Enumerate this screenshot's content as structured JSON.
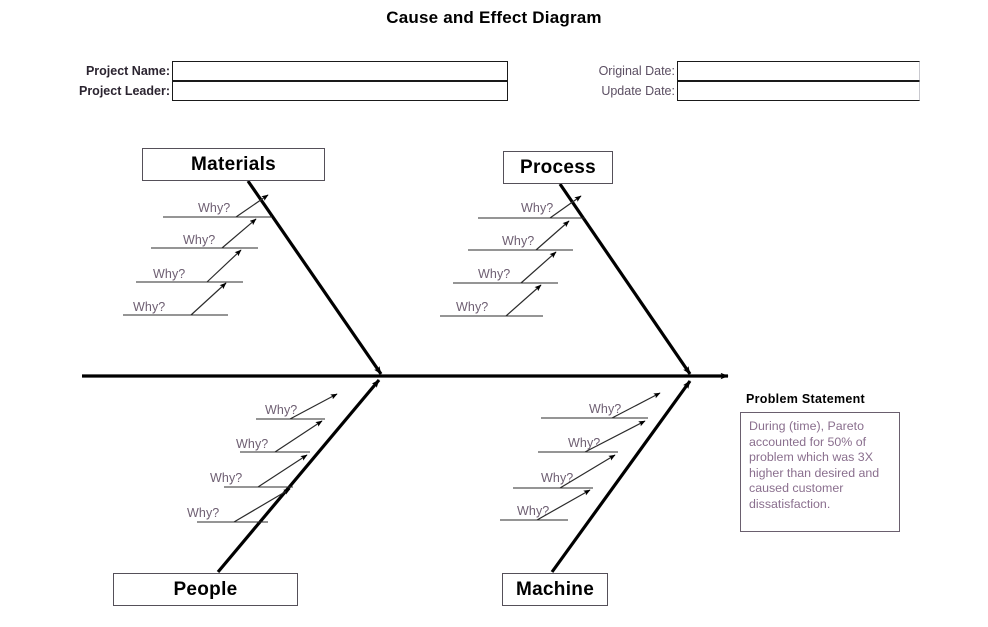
{
  "document": {
    "title": "Cause and Effect Diagram"
  },
  "header": {
    "fields": [
      {
        "label": "Project Name:",
        "value": "",
        "placeholder": ""
      },
      {
        "label": "Project Leader:",
        "value": "",
        "placeholder": ""
      },
      {
        "label": "Original Date:",
        "value": "",
        "placeholder": ""
      },
      {
        "label": "Update Date:",
        "value": "",
        "placeholder": ""
      }
    ]
  },
  "diagram": {
    "type": "fishbone-ishikawa",
    "spine_label": "",
    "categories": [
      {
        "name": "Materials",
        "position": "top-left",
        "causes": [
          {
            "label": "Why?"
          },
          {
            "label": "Why?"
          },
          {
            "label": "Why?"
          },
          {
            "label": "Why?"
          }
        ]
      },
      {
        "name": "Process",
        "position": "top-right",
        "causes": [
          {
            "label": "Why?"
          },
          {
            "label": "Why?"
          },
          {
            "label": "Why?"
          },
          {
            "label": "Why?"
          }
        ]
      },
      {
        "name": "People",
        "position": "bottom-left",
        "causes": [
          {
            "label": "Why?"
          },
          {
            "label": "Why?"
          },
          {
            "label": "Why?"
          },
          {
            "label": "Why?"
          }
        ]
      },
      {
        "name": "Machine",
        "position": "bottom-right",
        "causes": [
          {
            "label": "Why?"
          },
          {
            "label": "Why?"
          },
          {
            "label": "Why?"
          },
          {
            "label": "Why?"
          }
        ]
      }
    ]
  },
  "problem_statement": {
    "heading": "Problem Statement",
    "text": "During (time), Pareto accounted for 50% of problem which was 3X higher than desired and caused customer dissatisfaction."
  },
  "colors": {
    "ink": "#000000",
    "why_text": "#6e5f72",
    "problem_text": "#8a6f8e",
    "label_text": "#2b2430",
    "label_text_light": "#5c4f63",
    "box_border": "#555059",
    "background": "#ffffff"
  }
}
